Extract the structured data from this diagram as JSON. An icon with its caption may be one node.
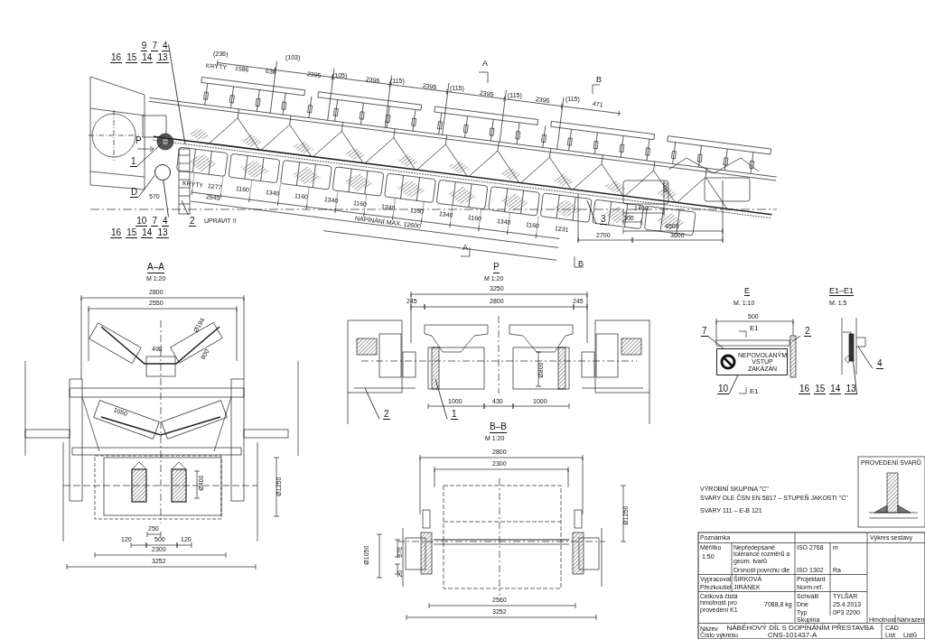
{
  "diagram": {
    "nodes": [
      {
        "text": [
          "9",
          "7",
          "4",
          "16",
          "15",
          "14",
          "13"
        ]
      },
      {
        "text": [
          "1"
        ]
      },
      {
        "text": [
          "D"
        ]
      },
      {
        "text": [
          "10",
          "7",
          "4",
          "16",
          "15",
          "14",
          "13"
        ]
      },
      {
        "text": [
          "2"
        ]
      },
      {
        "text": [
          "3"
        ]
      },
      {
        "text": [
          "2"
        ]
      },
      {
        "text": [
          "1"
        ]
      },
      {
        "text": [
          "7"
        ]
      },
      {
        "text": [
          "2"
        ]
      },
      {
        "text": [
          "10"
        ]
      },
      {
        "text": [
          "4"
        ]
      },
      {
        "text": [
          "16",
          "15",
          "14",
          "13"
        ]
      },
      {
        "text": [],
        "shape": "circle"
      },
      {
        "text": [
          "NEPOVOLANÝM VSTUP ZAKÁZÁN"
        ]
      }
    ],
    "edges": [
      {
        "from": 0,
        "to": null,
        "arrow": "none"
      },
      {
        "from": 1,
        "to": null,
        "arrow": "none"
      },
      {
        "from": 2,
        "to": 13,
        "arrow": "none"
      },
      {
        "from": 3,
        "to": 13,
        "arrow": "none"
      },
      {
        "from": 4,
        "to": null,
        "arrow": "none"
      },
      {
        "from": 5,
        "to": null,
        "arrow": "none"
      },
      {
        "from": 6,
        "to": null,
        "arrow": "none"
      },
      {
        "from": 7,
        "to": null,
        "arrow": "none"
      },
      {
        "from": 8,
        "to": 14,
        "arrow": "none"
      },
      {
        "from": 9,
        "to": null,
        "arrow": "none"
      },
      {
        "from": 10,
        "to": 14,
        "arrow": "none"
      },
      {
        "from": 11,
        "to": null,
        "arrow": "none"
      },
      {
        "from": 12,
        "to": null,
        "arrow": "none"
      }
    ],
    "labels": [
      "(236)",
      "(103)",
      "KRYTY",
      "1586",
      "636",
      "2395",
      "(105)",
      "2395",
      "(115)",
      "2395",
      "(115)",
      "2395",
      "(115)",
      "2395",
      "(115)",
      "471",
      "KRYTY",
      "1277",
      "570",
      "2945",
      "1160",
      "1340",
      "1160",
      "1340",
      "1160",
      "1340",
      "1160",
      "1340",
      "1160",
      "1340",
      "1160",
      "1231",
      "NAPÍNÁNÍ MAX. 12600",
      "UPRAVIT !!",
      "1400",
      "300",
      "4500",
      "2700",
      "3600",
      "400",
      "A",
      "B",
      "A",
      "B",
      "P",
      "A–A",
      "M 1:20",
      "P",
      "M 1:20",
      "B–B",
      "M 1:20",
      "E",
      "M. 1:10",
      "E1–E1",
      "M. 1:5",
      "E1",
      "E1",
      "2800",
      "2550",
      "Ø194",
      "800",
      "498",
      "1050",
      "Ø400",
      "Ø1250",
      "250",
      "120",
      "500",
      "120",
      "2300",
      "3252",
      "3250",
      "245",
      "2800",
      "245",
      "1000",
      "430",
      "1000",
      "Ø800",
      "2800",
      "2300",
      "Ø1250",
      "Ø1050",
      "376",
      "20",
      "2560",
      "3252",
      "500",
      "VÝROBNÍ SKUPINA \"C\"",
      "SVARY DLE ČSN EN 5817 – STUPEŇ JAKOSTI \"C\"",
      "SVARY 111 – E-B 121",
      "PROVEDENÍ SVARŮ",
      "Poznámka",
      "Výkres sestavy",
      "Měřítko",
      "Nepředepsané tolerance rozměrů a geom. tvarů",
      "ISO 2768",
      "m",
      "1:50",
      "Drsnost povrchu dle",
      "ISO 1302",
      "Ra",
      "Vypracoval",
      "ŠIRKOVÁ",
      "Projektant",
      "Přezkoušel",
      "JIRÁNEK",
      "Norm.ref.",
      "Celková čistá hmotnost pro provedení K1",
      "Schválil",
      "TYLŠAR",
      "7088,8 kg",
      "Dne",
      "25.4.2013",
      "Typ",
      "0P3 2200",
      "Skupina",
      "Hmotnost",
      "Nahrazen",
      "Název",
      "NÁBĚHOVÝ DÍL S DOPÍNÁNÍM PŘESTAVBA",
      "CAD",
      "Číslo výkresu",
      "CNS-101437-A",
      "List",
      "Listů"
    ]
  }
}
